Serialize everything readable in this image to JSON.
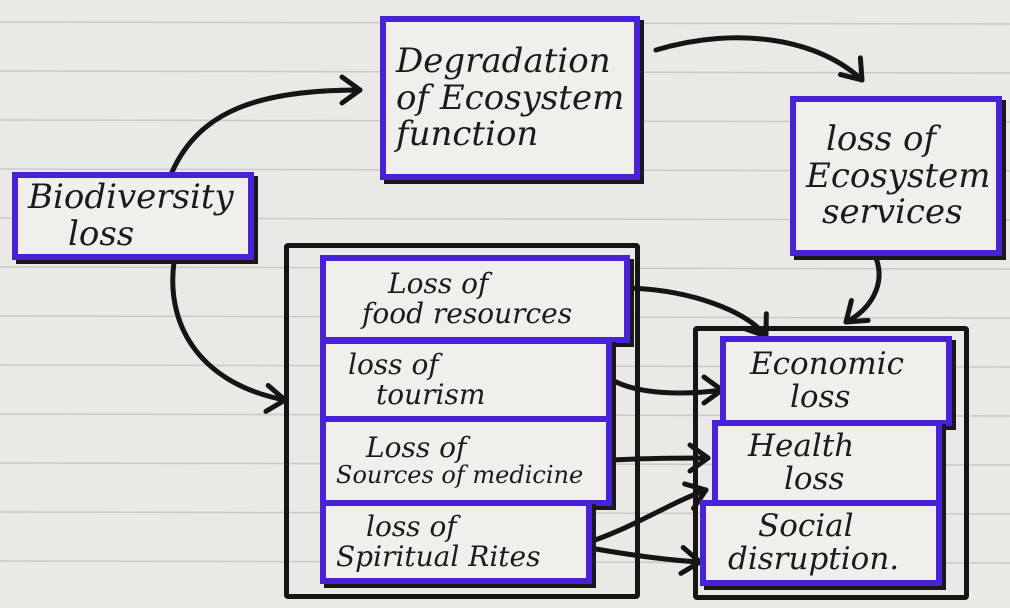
{
  "diagram": {
    "nodes": {
      "biodiversity": {
        "lines": [
          "Biodiversity",
          "loss"
        ]
      },
      "degradation": {
        "lines": [
          "Degradation",
          "of Ecosystem",
          "function"
        ]
      },
      "loss_services": {
        "lines": [
          "loss of",
          "Ecosystem",
          "services"
        ]
      },
      "food": {
        "lines": [
          "Loss of",
          "food resources"
        ]
      },
      "tourism": {
        "lines": [
          "loss of",
          "tourism"
        ]
      },
      "medicine": {
        "lines": [
          "Loss of",
          "Sources of medicine"
        ]
      },
      "spiritual": {
        "lines": [
          "loss of",
          "Spiritual Rites"
        ]
      },
      "economic": {
        "lines": [
          "Economic",
          "loss"
        ]
      },
      "health": {
        "lines": [
          "Health",
          "loss"
        ]
      },
      "social": {
        "lines": [
          "Social",
          "disruption."
        ]
      }
    },
    "edges": [
      {
        "from": "biodiversity",
        "to": "degradation"
      },
      {
        "from": "degradation",
        "to": "loss_services"
      },
      {
        "from": "biodiversity",
        "to": "left_group"
      },
      {
        "from": "loss_services",
        "to": "right_group"
      },
      {
        "from": "food",
        "to": "economic"
      },
      {
        "from": "tourism",
        "to": "economic"
      },
      {
        "from": "medicine",
        "to": "health"
      },
      {
        "from": "spiritual",
        "to": "health"
      },
      {
        "from": "spiritual",
        "to": "social"
      }
    ],
    "colors": {
      "box_border": "#4a22d6",
      "ink": "#151515",
      "paper": "#e9e9e6"
    }
  }
}
